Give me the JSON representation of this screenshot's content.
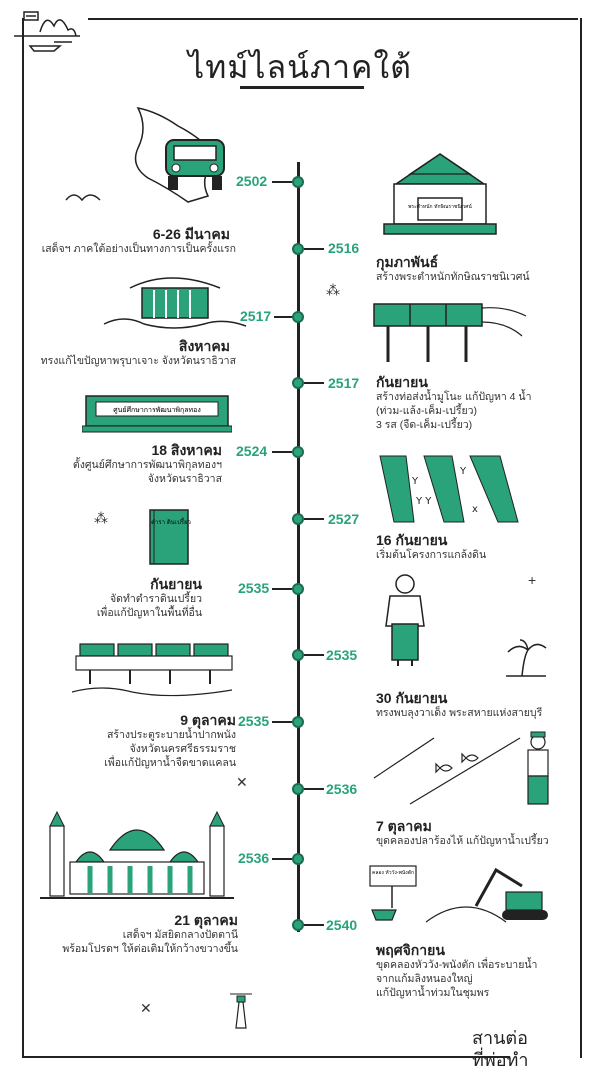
{
  "title": "ไทม์ไลน์ภาคใต้",
  "events": [
    {
      "year": "2502",
      "side": "left",
      "date": "6-26 มีนาคม",
      "desc": [
        "เสด็จฯ ภาคใต้อย่างเป็นทางการเป็นครั้งแรก"
      ]
    },
    {
      "year": "2516",
      "side": "right",
      "date": "กุมภาพันธ์",
      "desc": [
        "สร้างพระตำหนักทักษิณราชนิเวศน์"
      ]
    },
    {
      "year": "2517",
      "side": "left",
      "date": "สิงหาคม",
      "desc": [
        "ทรงแก้ไขปัญหาพรุบาเจาะ จังหวัดนราธิวาส"
      ]
    },
    {
      "year": "2517",
      "side": "right",
      "date": "กันยายน",
      "desc": [
        "สร้างท่อส่งน้ำมูโนะ แก้ปัญหา 4 น้ำ",
        "(ท่วม-แล้ง-เค็ม-เปรี้ยว)",
        "3 รส (จืด-เค็ม-เปรี้ยว)"
      ]
    },
    {
      "year": "2524",
      "side": "left",
      "date": "18 สิงหาคม",
      "desc": [
        "ตั้งศูนย์ศึกษาการพัฒนาพิกุลทองฯ",
        "จังหวัดนราธิวาส"
      ]
    },
    {
      "year": "2527",
      "side": "right",
      "date": "16 กันยายน",
      "desc": [
        "เริ่มต้นโครงการแกล้งดิน"
      ]
    },
    {
      "year": "2535",
      "side": "left",
      "date": "กันยายน",
      "desc": [
        "จัดทำตำราดินเปรี้ยว",
        "เพื่อแก้ปัญหาในพื้นที่อื่น"
      ]
    },
    {
      "year": "2535",
      "side": "right",
      "date": "30 กันยายน",
      "desc": [
        "ทรงพบลุงวาเด็ง พระสหายแห่งสายบุรี"
      ]
    },
    {
      "year": "2535",
      "side": "left",
      "date": "9 ตุลาคม",
      "desc": [
        "สร้างประตูระบายน้ำปากพนัง",
        "จังหวัดนครศรีธรรมราช",
        "เพื่อแก้ปัญหาน้ำจืดขาดแคลน"
      ]
    },
    {
      "year": "2536",
      "side": "right",
      "date": "7 ตุลาคม",
      "desc": [
        "ขุดคลองปลาร้องไห้ แก้ปัญหาน้ำเปรี้ยว"
      ]
    },
    {
      "year": "2536",
      "side": "left",
      "date": "21 ตุลาคม",
      "desc": [
        "เสด็จฯ มัสยิดกลางปัตตานี",
        "พร้อมโปรดฯ ให้ต่อเติมให้กว้างขวางขึ้น"
      ]
    },
    {
      "year": "2540",
      "side": "right",
      "date": "พฤศจิกายน",
      "desc": [
        "ขุดคลองหัววัง-พนังตัก เพื่อระบายน้ำ",
        "จากแก้มลิงหนองใหญ่",
        "แก้ปัญหาน้ำท่วมในชุมพร"
      ]
    }
  ],
  "illustration_labels": {
    "palace_sign": "พระตำหนัก ทักษิณราชนิเวศน์",
    "center_sign": "ศูนย์ศึกษาการพัฒนาพิกุลทอง",
    "book_title": "ตำรา ดินเปรี้ยว",
    "canal_sign": "คลอง หัววัง-พนังตัก"
  },
  "brand": {
    "line1": "สานต่อ",
    "line2": "ที่พ่อทำ"
  },
  "colors": {
    "accent": "#2aa37a",
    "accent_dark": "#1d6b53",
    "ink": "#222222"
  },
  "icons": [
    "sailboat-icon",
    "car-icon",
    "palace-icon",
    "pipe-icon",
    "building-icon",
    "rice-field-icon",
    "book-icon",
    "man-icon",
    "palm-icon",
    "water-gate-icon",
    "fish-canal-icon",
    "mosque-icon",
    "excavator-icon",
    "lighthouse-icon"
  ]
}
